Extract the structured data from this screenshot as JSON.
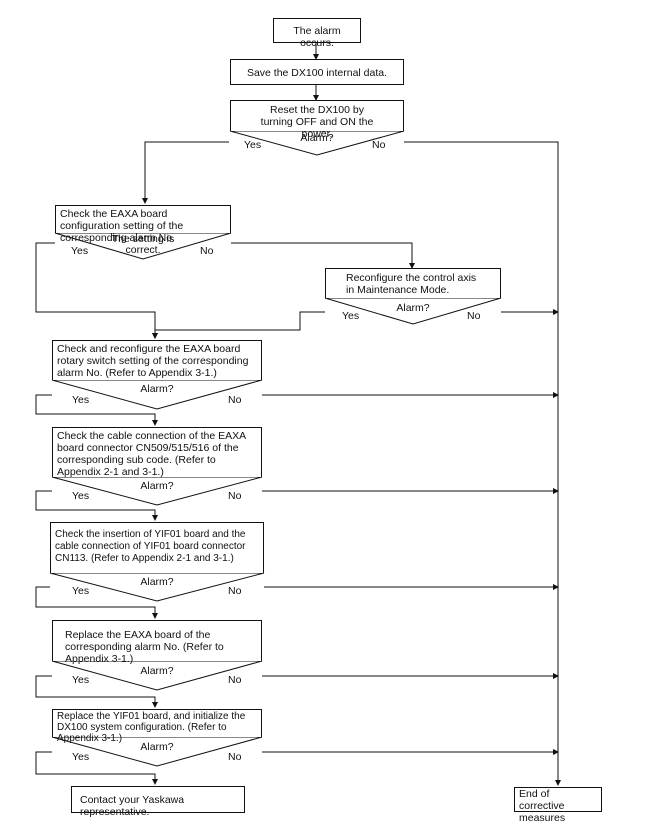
{
  "start": "The alarm occurs.",
  "save": "Save the DX100 internal data.",
  "reset": {
    "text": "Reset the DX100 by turning OFF and ON the power.",
    "question": "Alarm?",
    "yes": "Yes",
    "no": "No"
  },
  "check_config": {
    "text": "Check the EAXA board configuration setting of the corresponding alarm No.",
    "question": "The setting is correct.",
    "yes": "Yes",
    "no": "No"
  },
  "reconfigure_axis": {
    "text": "Reconfigure the control axis in Maintenance Mode.",
    "question": "Alarm?",
    "yes": "Yes",
    "no": "No"
  },
  "rotary_switch": {
    "text": "Check and reconfigure the EAXA board rotary switch setting of the corresponding alarm No. (Refer to Appendix 3-1.)",
    "question": "Alarm?",
    "yes": "Yes",
    "no": "No"
  },
  "cable_connection": {
    "text": "Check the cable connection of the EAXA board connector CN509/515/516 of the corresponding sub code. (Refer to Appendix 2-1 and 3-1.)",
    "question": "Alarm?",
    "yes": "Yes",
    "no": "No"
  },
  "yif01_insertion": {
    "text": "Check the insertion of YIF01 board and the cable connection of YIF01 board connector CN113. (Refer to Appendix 2-1 and 3-1.)",
    "question": "Alarm?",
    "yes": "Yes",
    "no": "No"
  },
  "replace_eaxa": {
    "text": "Replace the EAXA board of the corresponding alarm No. (Refer to Appendix 3-1.)",
    "question": "Alarm?",
    "yes": "Yes",
    "no": "No"
  },
  "replace_yif01": {
    "text": "Replace the YIF01 board, and initialize the DX100 system configuration. (Refer to Appendix 3-1.)",
    "question": "Alarm?",
    "yes": "Yes",
    "no": "No"
  },
  "contact": "Contact your Yaskawa representative.",
  "end": "End of corrective measures"
}
